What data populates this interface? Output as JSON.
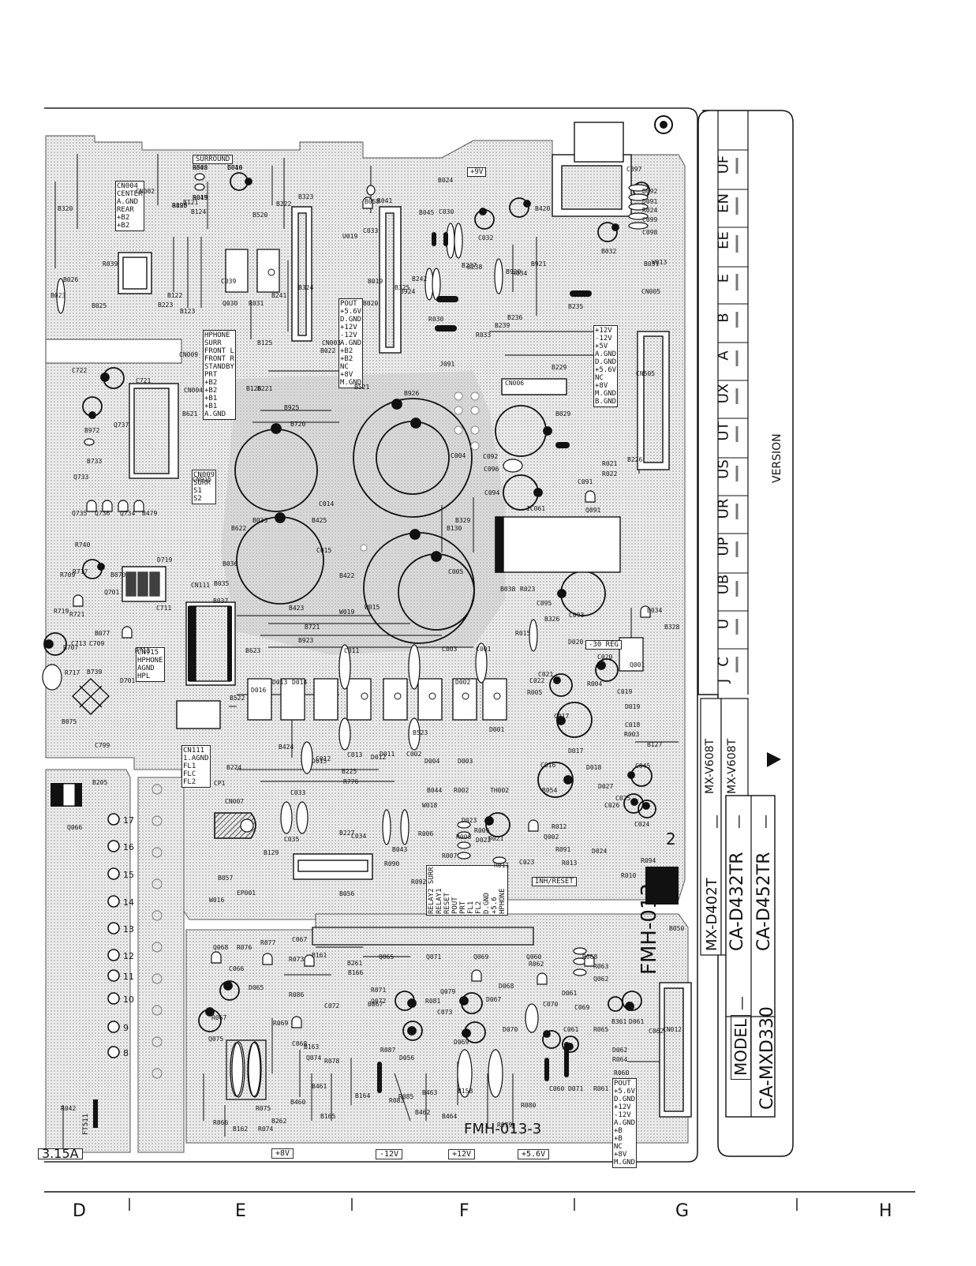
{
  "board": {
    "part_number_main": "FMH-013",
    "part_number_sub": "FMH-013-3",
    "fuse_label": "3.15A",
    "fuse_id": "FT511"
  },
  "grid_columns": [
    "D",
    "E",
    "F",
    "G",
    "H"
  ],
  "connector_blocks": {
    "cn004": "CN004\nCENTER\nA.GND\nREAR\n+B2\n+B2",
    "cn002": "POUT\n+5.6V\nD.GND\n+12V\n-12V\nA.GND\n+B2\n+B2\nNC\n+8V\nM.GND",
    "cn003": "HPHONE\nSURR\nFRONT L\nFRONT R\nSTANDBY\nPRT\n+B2\n+B2\n+B1\n+B1\nA.GND",
    "cn006": "+12V\n-12V\n+5V\nA.GND\nD.GND\n+5.6V\nNC\n+8V\nM.GND\nB.GND",
    "cn012": "POUT\n+5.6V\nD.GND\n+12V\n-12V\nA.GND\n+B\n+B\nNC\n+8V\nM.GND",
    "cn111": "CN111\n1.AGND\nFL1\nFLC\nFL2",
    "cn915": "CN915\nHPHONE\nAGND\nHPL",
    "cn007": "RELAY2 SURR\nRELAY1\nRESET\nPOUT\nPRT\nFL1\nFL2\nD.GND\n+5.6\nHPHONE",
    "cn009": "CN009\nSURR\nS1\nS2",
    "surround": "SURROUND",
    "inh_reset": "INH/RESET",
    "reg": "-30 REG",
    "plus9v": "+9V"
  },
  "component_labels": [
    "R048",
    "R049",
    "C040",
    "B120",
    "B121",
    "B122",
    "B123",
    "B124",
    "B125",
    "B126",
    "B221",
    "B222",
    "B223",
    "B320",
    "B323",
    "B324",
    "B325",
    "B520",
    "B521",
    "B522",
    "B523",
    "B621",
    "B622",
    "B623",
    "B720",
    "B721",
    "B921",
    "B923",
    "B924",
    "B925",
    "B926",
    "B130",
    "B229",
    "B326",
    "B329",
    "B422",
    "B423",
    "B424",
    "B425",
    "C004",
    "C005",
    "C014",
    "C015",
    "C001",
    "C002",
    "C003",
    "C011",
    "C012",
    "C013",
    "D001",
    "D002",
    "D003",
    "D004",
    "D011",
    "D012",
    "D013",
    "D014",
    "D015",
    "D016",
    "Q030",
    "R031",
    "B024",
    "B045",
    "C030",
    "C032",
    "B420",
    "B920",
    "R034",
    "B237",
    "B238",
    "B239",
    "B235",
    "B236",
    "R030",
    "R033",
    "B242",
    "J091",
    "C097",
    "D092",
    "D091",
    "R024",
    "C099",
    "C098",
    "B032",
    "B031",
    "W013",
    "CN005",
    "CN006",
    "CN505",
    "B226",
    "B029",
    "C092",
    "C096",
    "C091",
    "C094",
    "Q091",
    "R021",
    "R022",
    "IC061",
    "B038",
    "R023",
    "C093",
    "C095",
    "R015",
    "D020",
    "C020",
    "R004",
    "Q001",
    "C021",
    "C022",
    "R005",
    "C019",
    "D019",
    "C017",
    "C018",
    "R003",
    "B127",
    "D017",
    "C016",
    "D018",
    "C045",
    "C025",
    "D027",
    "C026",
    "C024",
    "D023",
    "D021",
    "D022",
    "R012",
    "Q002",
    "R091",
    "R013",
    "D024",
    "R094",
    "R010",
    "R011",
    "C023",
    "R009",
    "R008",
    "R007",
    "R006",
    "B043",
    "B044",
    "W018",
    "R002",
    "TH002",
    "B054",
    "R090",
    "R092",
    "B056",
    "B057",
    "W016",
    "EP001",
    "CN007",
    "B129",
    "B227",
    "C034",
    "C035",
    "C033",
    "B224",
    "B225",
    "R776",
    "C722",
    "C721",
    "B972",
    "Q737",
    "B733",
    "Q733",
    "Q735",
    "Q736",
    "Q734",
    "B479",
    "R740",
    "B070",
    "D719",
    "R709",
    "R719",
    "R717",
    "Q701",
    "R721",
    "B077",
    "C711",
    "C713",
    "R707",
    "C709",
    "B739",
    "R713",
    "D701",
    "R717",
    "B075",
    "C799",
    "B205",
    "Q066",
    "C067",
    "R077",
    "R076",
    "Q068",
    "R073",
    "B261",
    "B166",
    "B161",
    "Q065",
    "Q071",
    "Q069",
    "Q060",
    "R062",
    "R068",
    "R063",
    "Q062",
    "C066",
    "D065",
    "R086",
    "R071",
    "Q072",
    "B067",
    "C072",
    "Q079",
    "R081",
    "C073",
    "D067",
    "D068",
    "D061",
    "C070",
    "C069",
    "C061",
    "R067",
    "R069",
    "C068",
    "B163",
    "Q074",
    "Q075",
    "R078",
    "D056",
    "R087",
    "D070",
    "D069",
    "C060",
    "D071",
    "R061",
    "R060",
    "R065",
    "B361",
    "D061",
    "C062",
    "D062",
    "R064",
    "R066",
    "B162",
    "R074",
    "R075",
    "B262",
    "B460",
    "B165",
    "B461",
    "B164",
    "B462",
    "B463",
    "B158",
    "B464",
    "R079",
    "R080",
    "R085",
    "R083",
    "B050",
    "CN012",
    "CN003",
    "CN004",
    "CN002",
    "CN009",
    "CN915",
    "CN111",
    "W015",
    "W019",
    "B037",
    "B035",
    "B036",
    "B033",
    "B034",
    "B328",
    "CP1",
    "B058",
    "C033",
    "U019",
    "B019",
    "B020",
    "B022",
    "B023",
    "B026",
    "B025",
    "R039",
    "R042",
    "C039",
    "B241",
    "R041",
    "B505",
    "B015",
    "B016",
    "R093"
  ],
  "supply_labels": {
    "p8v": "+8V",
    "m12v": "-12V",
    "p12v": "+12V",
    "p5v6": "+5.6V"
  },
  "pad_numbers": [
    "17",
    "16",
    "15",
    "14",
    "13",
    "12",
    "11",
    "10",
    "9",
    "8"
  ],
  "version_table": {
    "title": "VERSION",
    "columns": [
      "UF",
      "EN",
      "EE",
      "E",
      "B",
      "A",
      "UX",
      "UT",
      "US",
      "UR",
      "UP",
      "UB",
      "U",
      "C",
      "J"
    ]
  },
  "model_table": {
    "model_header": "MODEL",
    "dash": "—",
    "rows": [
      {
        "model": "CA-MXD330",
        "a": "MX-D402T",
        "b": "MX-V608T"
      },
      {
        "model": "CA-D432TR",
        "b": "MX-V608T"
      },
      {
        "model": "CA-D452TR"
      }
    ]
  },
  "ref_numeral": "2"
}
